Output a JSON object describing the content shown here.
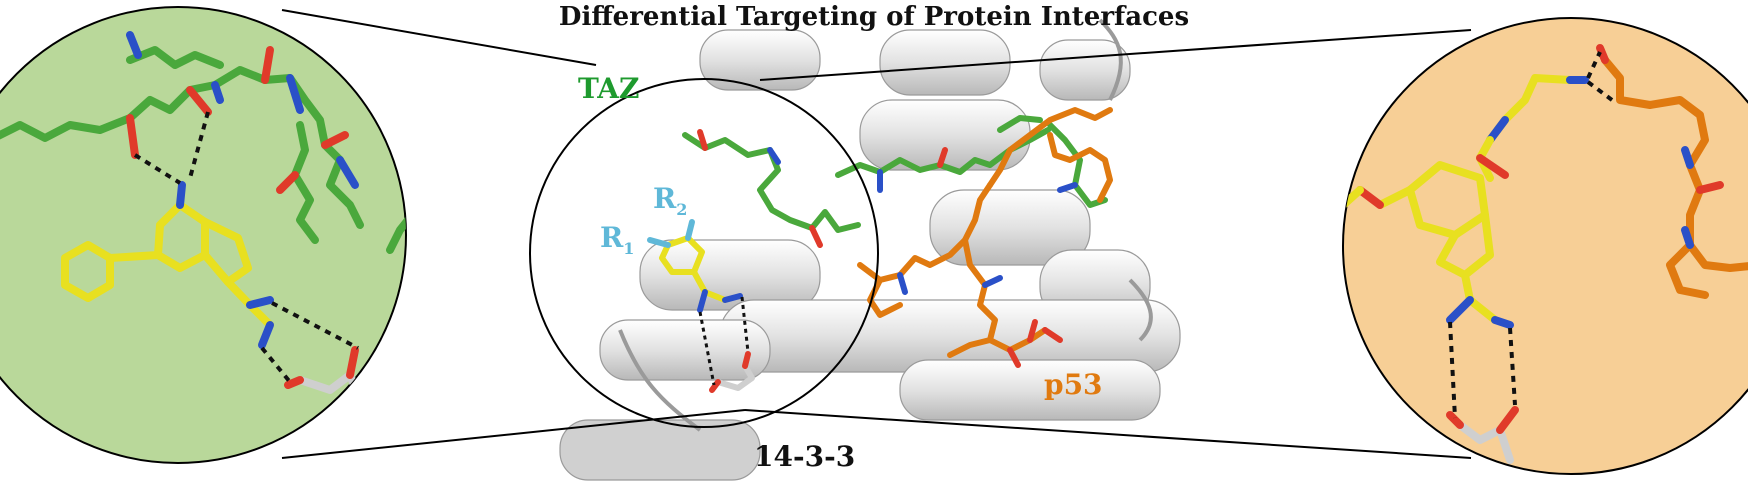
{
  "figure": {
    "title": "Differential Targeting of Protein Interfaces",
    "labels": {
      "taz": "TAZ",
      "p53": "p53",
      "protein_1433": "14-3-3",
      "r1": "R",
      "r1_sub": "1",
      "r2": "R",
      "r2_sub": "2"
    },
    "colors": {
      "taz_peptide": "#4aa83c",
      "p53_peptide": "#e07a10",
      "ligand": "#e8e020",
      "oxygen": "#e03a2a",
      "nitrogen": "#2a50c8",
      "protein": "#e8e8e8",
      "left_zoom_bg": "#b9d89a",
      "right_zoom_bg": "#f7cf96",
      "r_group": "#5fb8d8"
    }
  }
}
